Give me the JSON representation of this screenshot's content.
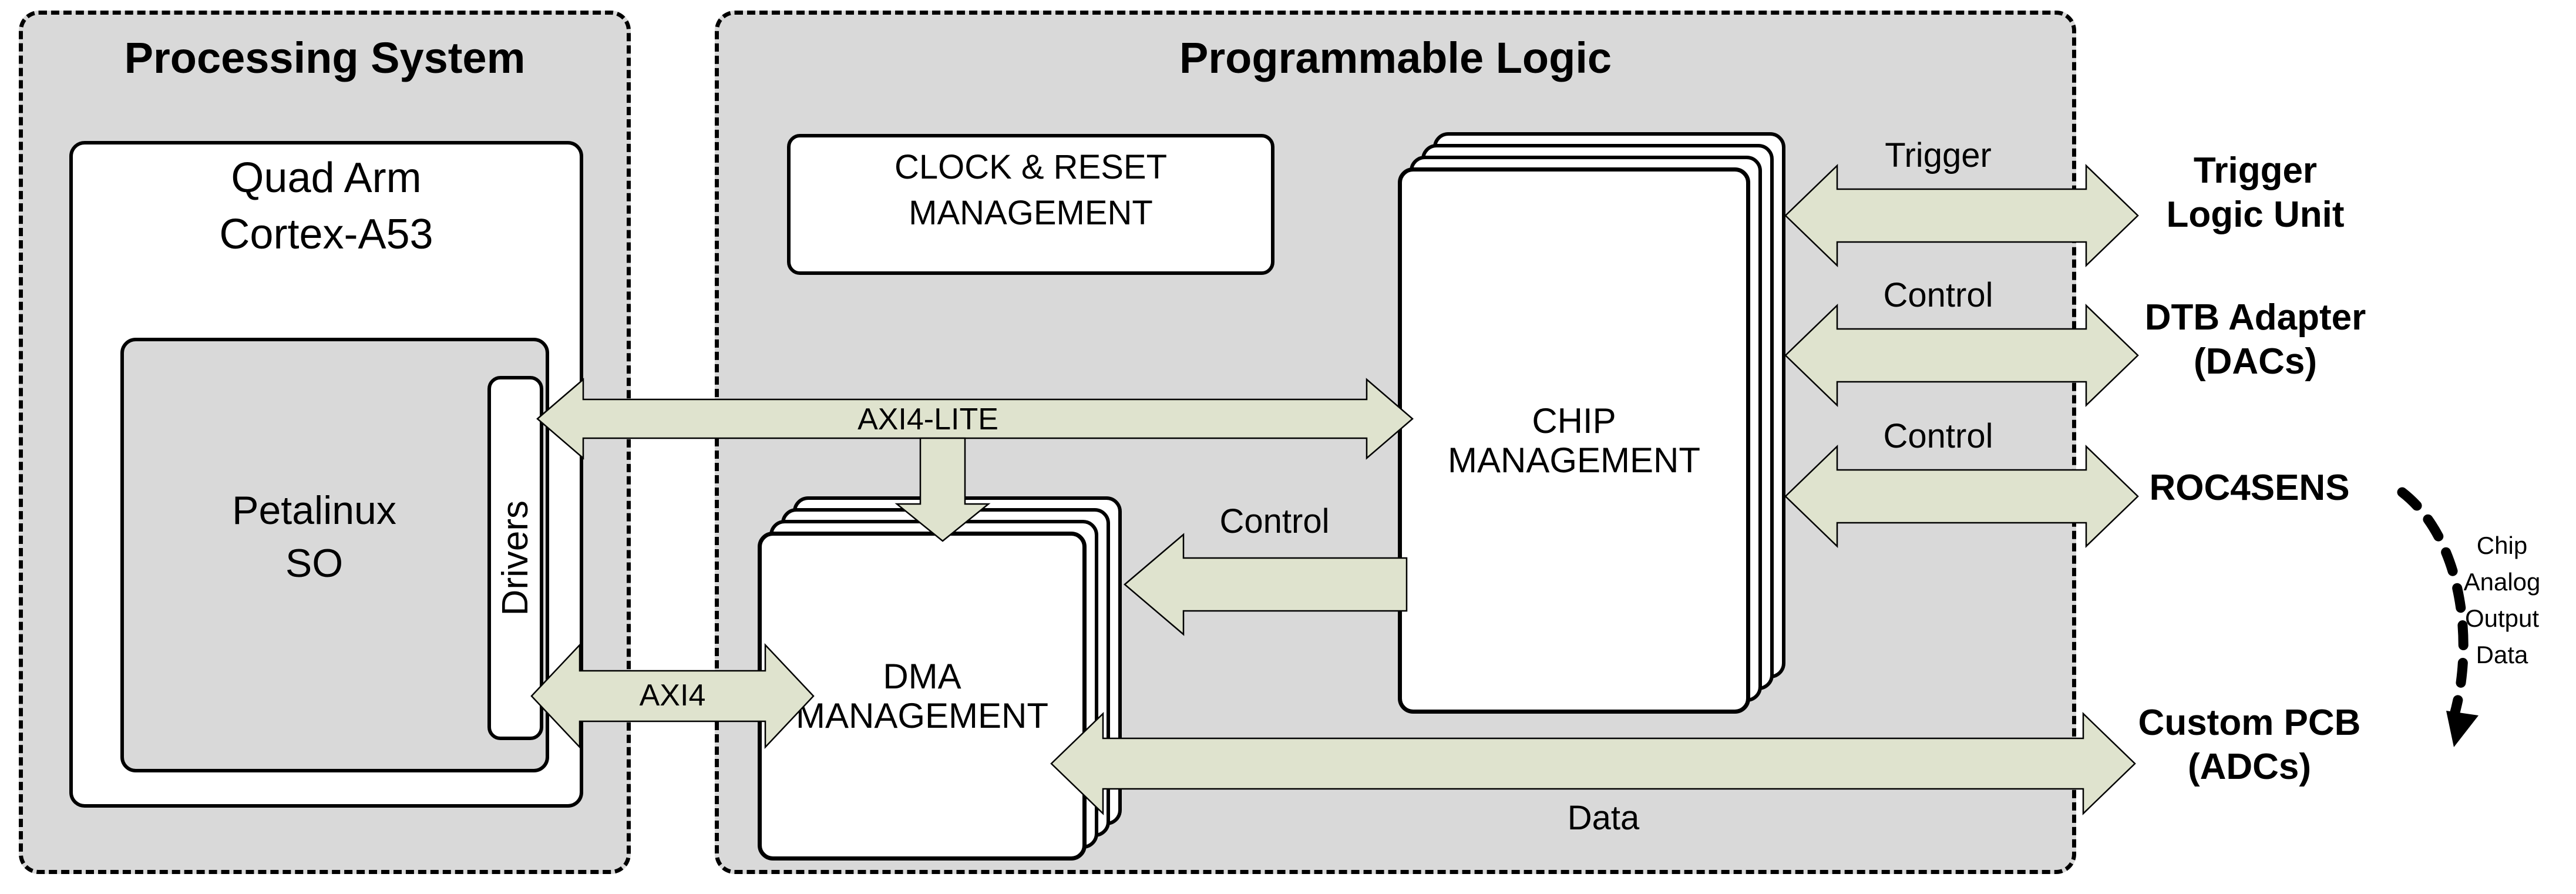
{
  "diagram": {
    "title": "Processing System / Programmable Logic block diagram",
    "colors": {
      "region_fill": "#D9D9D9",
      "arrow_fill": "#DFE3CE",
      "box_fill": "#FFFFFF",
      "stroke": "#000000"
    }
  },
  "regions": {
    "processing_system": {
      "label": "Processing System"
    },
    "programmable_logic": {
      "label": "Programmable Logic"
    }
  },
  "blocks": {
    "cpu": {
      "line1": "Quad Arm",
      "line2": "Cortex-A53"
    },
    "os": {
      "line1": "Petalinux",
      "line2": "SO"
    },
    "drivers": {
      "label": "Drivers"
    },
    "clock_reset": {
      "line1": "CLOCK & RESET",
      "line2": "MANAGEMENT"
    },
    "chip_management": {
      "line1": "CHIP",
      "line2": "MANAGEMENT"
    },
    "dma_management": {
      "line1": "DMA",
      "line2": "MANAGEMENT"
    }
  },
  "connections": {
    "axi4_lite": {
      "label": "AXI4-LITE"
    },
    "axi4": {
      "label": "AXI4"
    },
    "control_chip_to_dma": {
      "label": "Control"
    },
    "trigger": {
      "label": "Trigger"
    },
    "control_dtb": {
      "label": "Control"
    },
    "control_roc": {
      "label": "Control"
    },
    "data": {
      "label": "Data"
    }
  },
  "externals": {
    "trigger_logic_unit": {
      "line1": "Trigger",
      "line2": "Logic Unit"
    },
    "dtb_adapter": {
      "line1": "DTB Adapter",
      "line2": "(DACs)"
    },
    "roc4sens": {
      "line1": "ROC4SENS"
    },
    "custom_pcb": {
      "line1": "Custom PCB",
      "line2": "(ADCs)"
    }
  },
  "annotations": {
    "analog_path": {
      "line1": "Chip",
      "line2": "Analog",
      "line3": "Output",
      "line4": "Data"
    }
  }
}
